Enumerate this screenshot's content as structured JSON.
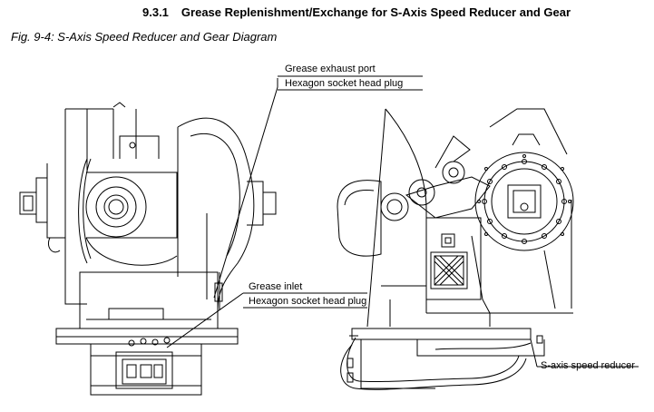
{
  "section": {
    "number": "9.3.1",
    "title": "Grease Replenishment/Exchange for S-Axis Speed Reducer and Gear"
  },
  "figure": {
    "caption": "Fig. 9-4: S-Axis Speed Reducer and Gear Diagram"
  },
  "callouts": {
    "exhaust": {
      "line1": "Grease exhaust port",
      "line2": "Hexagon socket head plug"
    },
    "inlet": {
      "line1": "Grease inlet",
      "line2": "Hexagon socket head plug"
    },
    "reducer": {
      "line1": "S-axis speed reducer"
    }
  },
  "colors": {
    "line": "#000000",
    "background": "#ffffff"
  }
}
